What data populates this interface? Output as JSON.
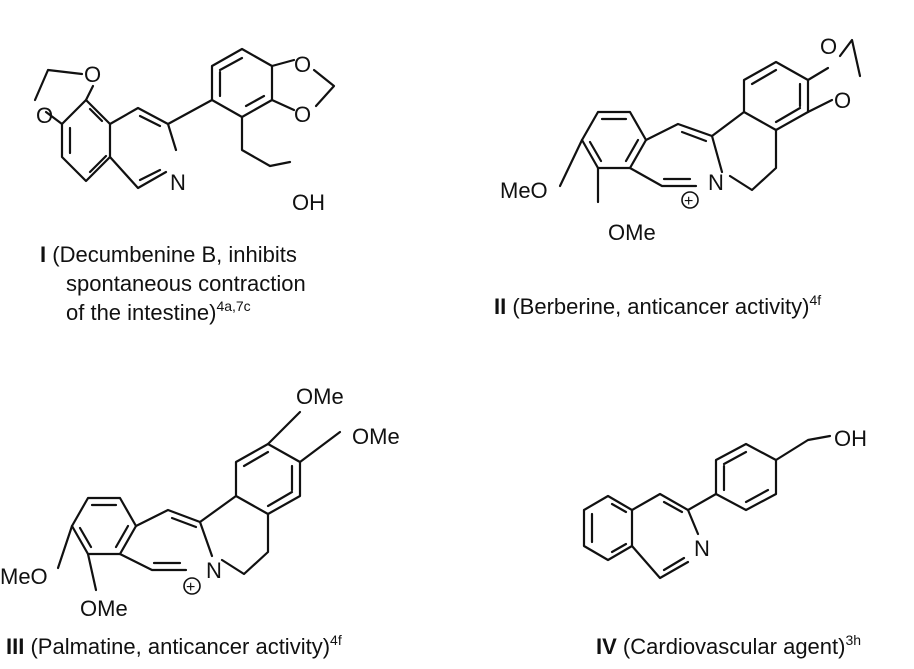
{
  "compounds": [
    {
      "id": "I",
      "caption_lines": [
        "(Decumbenine B, inhibits",
        "spontaneous contraction",
        "of the intestine)"
      ],
      "ref": "4a,7c",
      "atom_labels": {
        "o1": "O",
        "o2": "O",
        "o3": "O",
        "o4": "O",
        "n": "N",
        "oh": "OH"
      }
    },
    {
      "id": "II",
      "caption_lines": [
        "(Berberine, anticancer activity)"
      ],
      "ref": "4f",
      "atom_labels": {
        "o1": "O",
        "o2": "O",
        "n": "N",
        "meo": "MeO",
        "ome": "OMe",
        "charge": "+"
      }
    },
    {
      "id": "III",
      "caption_lines": [
        "(Palmatine, anticancer activity)"
      ],
      "ref": "4f",
      "atom_labels": {
        "ome_top": "OMe",
        "ome_right": "OMe",
        "n": "N",
        "meo": "MeO",
        "ome": "OMe",
        "charge": "+"
      }
    },
    {
      "id": "IV",
      "caption_lines": [
        "(Cardiovascular agent)"
      ],
      "ref": "3h",
      "atom_labels": {
        "n": "N",
        "oh": "OH"
      }
    }
  ]
}
